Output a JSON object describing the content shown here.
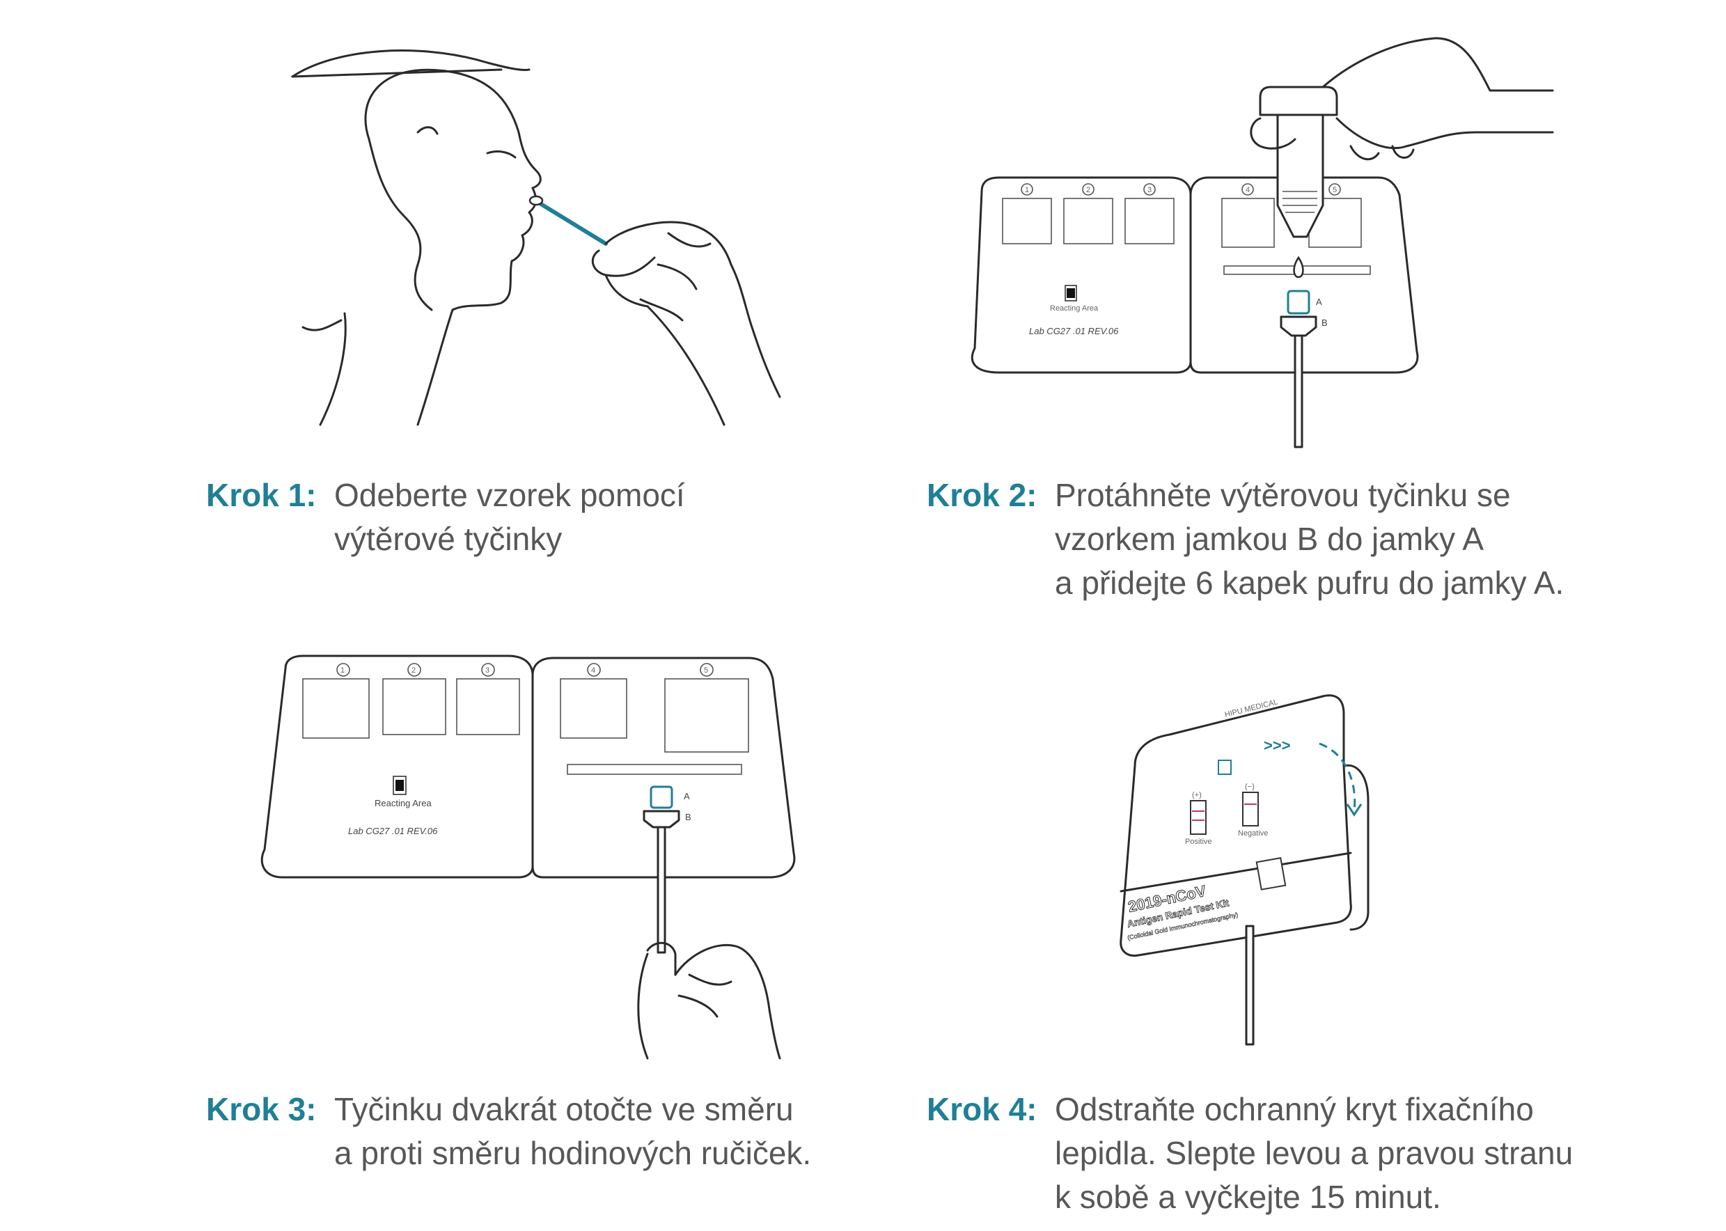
{
  "colors": {
    "accent": "#1f7f96",
    "text": "#575757",
    "line": "#2a2a2a"
  },
  "steps": [
    {
      "label": "Krok 1:",
      "lines": [
        "Odeberte vzorek pomocí",
        "výtěrové tyčinky"
      ],
      "illustration": "nasal-swab-icon"
    },
    {
      "label": "Krok 2:",
      "lines": [
        "Protáhněte výtěrovou tyčinku se",
        "vzorkem jamkou B do jamky A",
        "a přidejte 6 kapek pufru do jamky A."
      ],
      "illustration": "buffer-drops-icon",
      "card": {
        "reacting_area": "Reacting Area",
        "lot": "Lab CG27 .01 REV.06",
        "well_a": "A",
        "well_b": "B"
      }
    },
    {
      "label": "Krok 3:",
      "lines": [
        "Tyčinku dvakrát otočte ve směru",
        "a proti směru hodinových ručiček."
      ],
      "illustration": "rotate-swab-icon",
      "card": {
        "reacting_area": "Reacting Area",
        "lot": "Lab CG27 .01 REV.06",
        "well_a": "A",
        "well_b": "B"
      }
    },
    {
      "label": "Krok 4:",
      "lines": [
        "Odstraňte ochranný kryt fixačního",
        "lepidla. Slepte levou a pravou stranu",
        "k sobě a vyčkejte 15 minut."
      ],
      "illustration": "closed-test-kit-icon",
      "kit": {
        "title": "2019-nCoV",
        "subtitle": "Antigen Rapid Test Kit",
        "method": "(Colloidal Gold Immunochromatography)",
        "positive": "Positive",
        "negative": "Negative",
        "pos_sign": "(+)",
        "neg_sign": "(−)",
        "brand": "HIPU MEDICAL",
        "arrows": ">>>"
      }
    }
  ]
}
